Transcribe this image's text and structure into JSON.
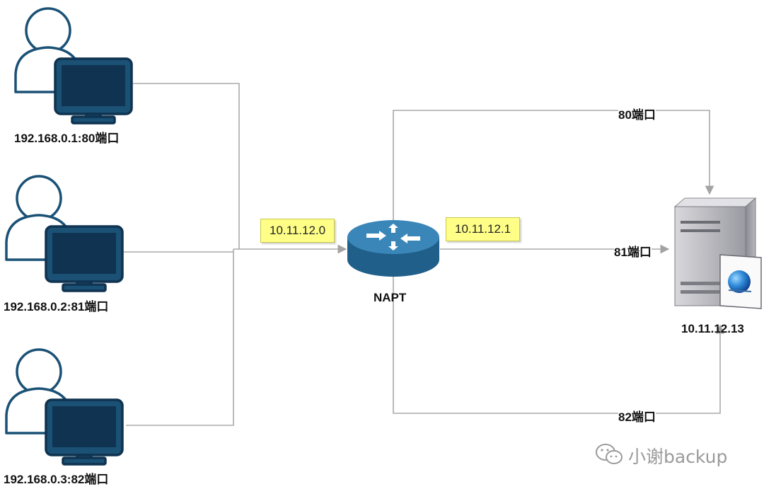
{
  "clients": [
    {
      "label": "192.168.0.1:80端口"
    },
    {
      "label": "192.168.0.2:81端口"
    },
    {
      "label": "192.168.0.3:82端口"
    }
  ],
  "router": {
    "label": "NAPT",
    "inside_ip": "10.11.12.0",
    "outside_ip": "10.11.12.1"
  },
  "server": {
    "label": "10.11.12.13"
  },
  "links": {
    "port_80": "80端口",
    "port_81": "81端口",
    "port_82": "82端口"
  },
  "watermark": {
    "text": "小谢backup"
  },
  "colors": {
    "icon_dark": "#1a5175",
    "router_blue": "#1f5f8a",
    "line": "#aaaaaa",
    "note_yellow": "#ffff88",
    "server_gray": "#8e8e96"
  }
}
